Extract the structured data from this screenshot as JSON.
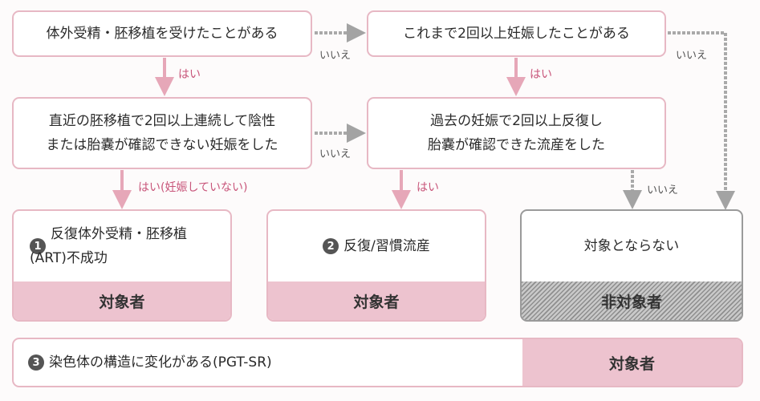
{
  "questions": {
    "q1": "体外受精・胚移植を受けたことがある",
    "q2": "これまで2回以上妊娠したことがある",
    "q3_line1": "直近の胚移植で2回以上連続して陰性",
    "q3_line2": "または胎嚢が確認できない妊娠をした",
    "q4_line1": "過去の妊娠で2回以上反復し",
    "q4_line2": "胎嚢が確認できた流産をした"
  },
  "answers": {
    "yes": "はい",
    "yes_not_pregnant": "はい(妊娠していない)",
    "no": "いいえ"
  },
  "results": {
    "r1": {
      "num": "1",
      "line1": "反復体外受精・胚移植",
      "line2": "(ART)不成功",
      "label": "対象者"
    },
    "r2": {
      "num": "2",
      "line1": "反復/習慣流産",
      "label": "対象者"
    },
    "r3": {
      "text": "対象とならない",
      "label": "非対象者"
    },
    "r4": {
      "num": "3",
      "text": "染色体の構造に変化がある(PGT-SR)",
      "label": "対象者"
    }
  },
  "colors": {
    "pink_border": "#e7b8c4",
    "pink_fill": "#edc3cf",
    "yes_text": "#c8557a",
    "no_arrow": "#a9a9a9"
  }
}
